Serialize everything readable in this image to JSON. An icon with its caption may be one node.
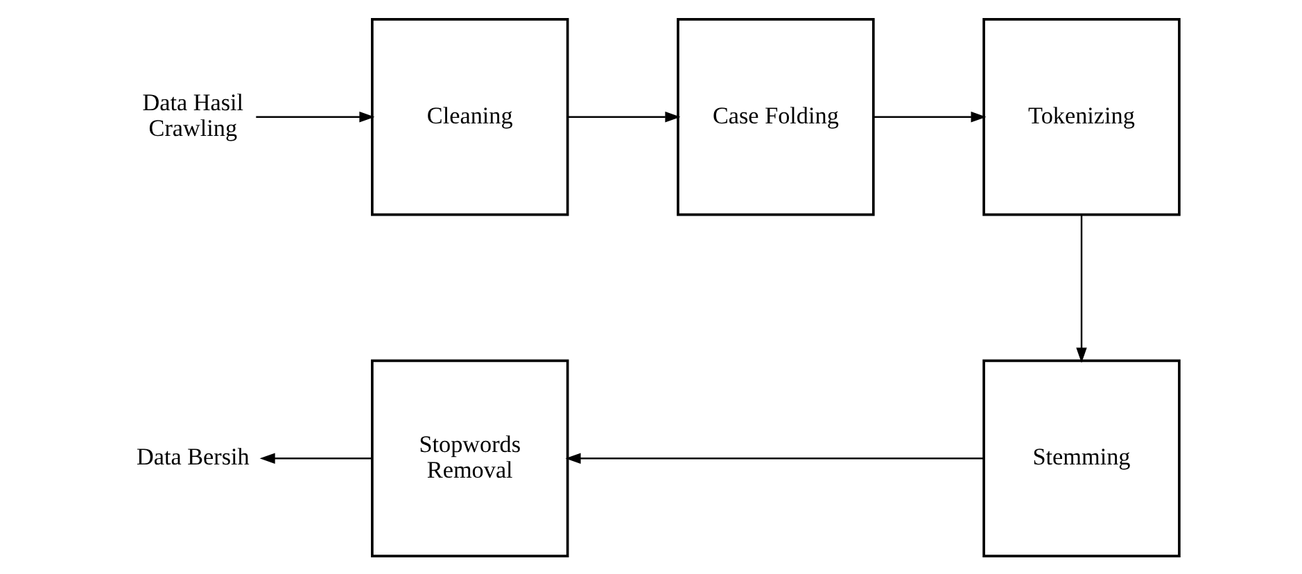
{
  "diagram": {
    "nodes": [
      {
        "text": [
          "Data Hasil Crawling"
        ]
      },
      {
        "text": [
          "Cleaning"
        ]
      },
      {
        "text": [
          "Case Folding"
        ]
      },
      {
        "text": [
          "Tokenizing"
        ]
      },
      {
        "text": [
          "Stemming"
        ]
      },
      {
        "text": [
          "Stopwords Removal"
        ]
      },
      {
        "text": [
          "Data Bersih"
        ]
      }
    ],
    "edges": [
      {
        "from": 0,
        "to": 1,
        "arrow": "to"
      },
      {
        "from": 1,
        "to": 2,
        "arrow": "to"
      },
      {
        "from": 2,
        "to": 3,
        "arrow": "to"
      },
      {
        "from": 3,
        "to": 4,
        "arrow": "to"
      },
      {
        "from": 4,
        "to": 5,
        "arrow": "to"
      },
      {
        "from": 5,
        "to": 6,
        "arrow": "to"
      }
    ]
  }
}
